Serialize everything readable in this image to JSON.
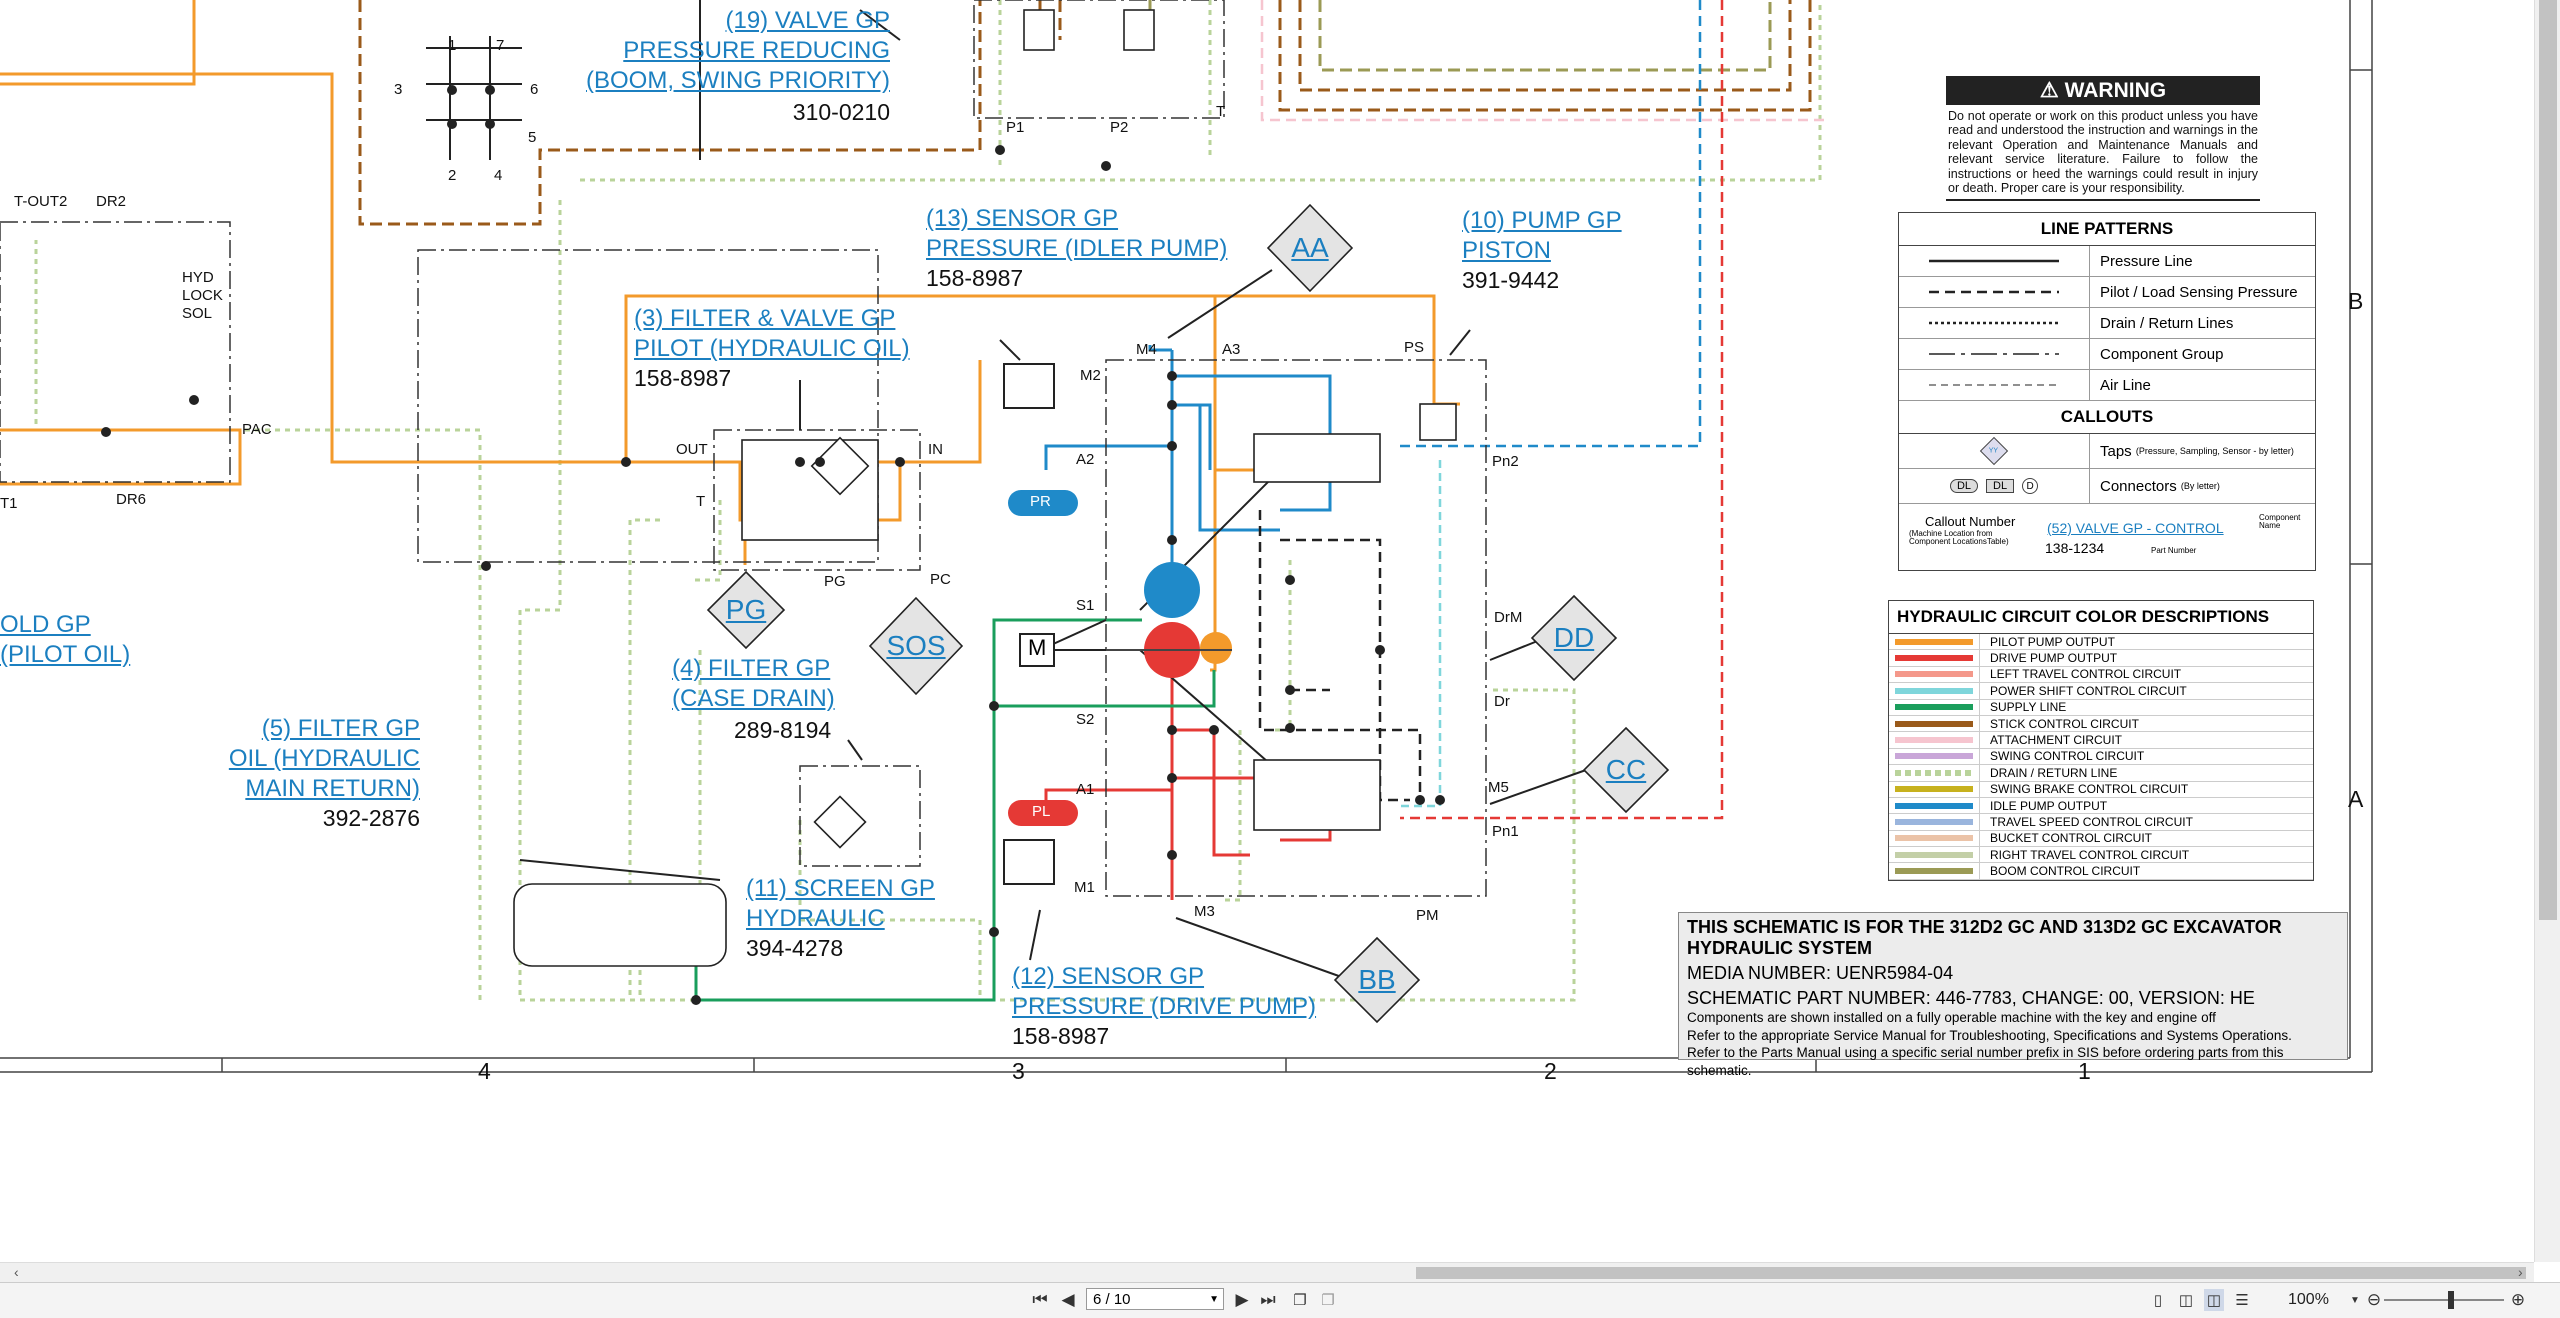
{
  "callouts": {
    "c19": {
      "line1": "(19) VALVE GP",
      "line2": "PRESSURE REDUCING",
      "line3": "(BOOM, SWING PRIORITY)",
      "part": "310-0210"
    },
    "c13": {
      "line1": "(13) SENSOR GP",
      "line2": "PRESSURE (IDLER PUMP)",
      "part": "158-8987"
    },
    "c10": {
      "line1": "(10) PUMP GP",
      "line2": "PISTON",
      "part": "391-9442"
    },
    "c3": {
      "line1": "(3) FILTER & VALVE GP",
      "line2": "PILOT (HYDRAULIC OIL)",
      "part": "158-8987"
    },
    "c4": {
      "line1": "(4) FILTER GP",
      "line2": "(CASE DRAIN)",
      "part": "289-8194"
    },
    "c5": {
      "line1": "(5) FILTER GP",
      "line2": "OIL (HYDRAULIC",
      "line3": "MAIN RETURN)",
      "part": "392-2876"
    },
    "c11": {
      "line1": "(11) SCREEN GP",
      "line2": "HYDRAULIC",
      "part": "394-4278"
    },
    "c12": {
      "line1": "(12) SENSOR GP",
      "line2": "PRESSURE (DRIVE PUMP)",
      "part": "158-8987"
    },
    "cold": {
      "line1": "OLD GP",
      "line2": "(PILOT OIL)"
    }
  },
  "taps": {
    "aa": "AA",
    "bb": "BB",
    "cc": "CC",
    "dd": "DD",
    "pg": "PG",
    "sos": "SOS"
  },
  "ports": {
    "tout2": "T-OUT2",
    "dr2": "DR2",
    "dr6": "DR6",
    "t1": "T1",
    "pac": "PAC",
    "hyd1": "HYD",
    "hyd2": "LOCK",
    "hyd3": "SOL",
    "out": "OUT",
    "in": "IN",
    "t": "T",
    "pg": "PG",
    "pc": "PC",
    "m4": "M4",
    "a3": "A3",
    "ps": "PS",
    "m2": "M2",
    "a2": "A2",
    "pn2": "Pn2",
    "s1": "S1",
    "s2": "S2",
    "a1": "A1",
    "m1": "M1",
    "m3": "M3",
    "pm": "PM",
    "drm": "DrM",
    "dr": "Dr",
    "m5": "M5",
    "pn1": "Pn1",
    "p1": "P1",
    "p2": "P2",
    "tt": "T",
    "motor": "M",
    "pr": "PR",
    "pl": "PL",
    "n1": "1",
    "n7": "7",
    "n3": "3",
    "n6": "6",
    "n5": "5",
    "n2": "2",
    "n4": "4"
  },
  "warning": {
    "title": "WARNING",
    "text": "Do not operate or work on this product unless you have read and understood the instruction and warnings in the relevant Operation and Maintenance Manuals and relevant service literature. Failure to follow the instructions or heed the warnings could result in injury or death. Proper care is your responsibility."
  },
  "line_patterns": {
    "title": "LINE PATTERNS",
    "items": [
      "Pressure Line",
      "Pilot / Load Sensing Pressure",
      "Drain / Return Lines",
      "Component Group",
      "Air Line"
    ]
  },
  "callouts_legend": {
    "title": "CALLOUTS",
    "taps": "Taps",
    "taps_note": "(Pressure, Sampling, Sensor - by letter)",
    "connectors": "Connectors",
    "connectors_note": "(By letter)",
    "yy": "YY",
    "dl1": "DL",
    "dl2": "DL",
    "d": "D",
    "callout_number": "Callout Number",
    "callout_note": "(Machine Location from Component LocationsTable)",
    "example": "(52) VALVE GP - CONTROL",
    "component_name": "Component Name",
    "part_example": "138-1234",
    "part_number": "Part Number"
  },
  "color_descriptions": {
    "title": "HYDRAULIC CIRCUIT COLOR DESCRIPTIONS",
    "items": [
      {
        "label": "PILOT PUMP OUTPUT",
        "color": "#f39a2b"
      },
      {
        "label": "DRIVE PUMP OUTPUT",
        "color": "#e53935"
      },
      {
        "label": "LEFT TRAVEL CONTROL CIRCUIT",
        "color": "#f4988a"
      },
      {
        "label": "POWER SHIFT CONTROL CIRCUIT",
        "color": "#7fd6db"
      },
      {
        "label": "SUPPLY LINE",
        "color": "#1a9e5c"
      },
      {
        "label": "STICK CONTROL CIRCUIT",
        "color": "#9a5a1a"
      },
      {
        "label": "ATTACHMENT CIRCUIT",
        "color": "#f6c5cf"
      },
      {
        "label": "SWING CONTROL CIRCUIT",
        "color": "#c9a6d8"
      },
      {
        "label": "DRAIN / RETURN LINE",
        "color": "#b9d39a"
      },
      {
        "label": "SWING BRAKE CONTROL CIRCUIT",
        "color": "#c7b11e"
      },
      {
        "label": "IDLE PUMP OUTPUT",
        "color": "#1f8ac9"
      },
      {
        "label": "TRAVEL SPEED CONTROL CIRCUIT",
        "color": "#9ab5dd"
      },
      {
        "label": "BUCKET CONTROL CIRCUIT",
        "color": "#ebc3a8"
      },
      {
        "label": "RIGHT TRAVEL CONTROL CIRCUIT",
        "color": "#c3cfa7"
      },
      {
        "label": "BOOM CONTROL CIRCUIT",
        "color": "#9b9a55"
      }
    ]
  },
  "title_block": {
    "line1": "THIS SCHEMATIC IS FOR THE 312D2 GC AND 313D2 GC EXCAVATOR",
    "line2": "HYDRAULIC SYSTEM",
    "media": "MEDIA NUMBER: UENR5984-04",
    "part": "SCHEMATIC PART NUMBER: 446-7783, CHANGE: 00, VERSION: HE",
    "note1": "Components are shown installed on a fully operable machine with the key and engine off",
    "note2": "Refer to the appropriate Service Manual for Troubleshooting, Specifications and Systems Operations.",
    "note3": "Refer to the Parts Manual using a specific serial number prefix in SIS before ordering parts from this schematic."
  },
  "zones": {
    "z4": "4",
    "z3": "3",
    "z2": "2",
    "z1": "1",
    "b": "B",
    "a": "A"
  },
  "toolbar": {
    "page": "6 / 10",
    "zoom": "100%"
  }
}
